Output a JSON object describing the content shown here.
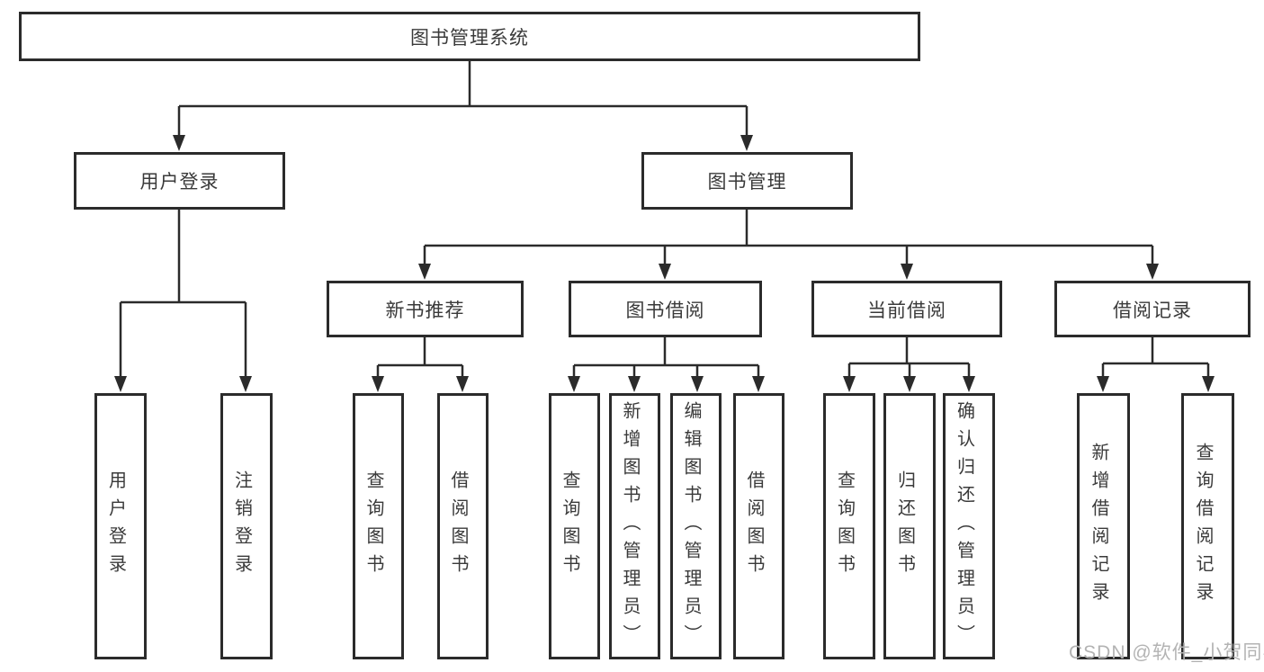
{
  "diagram": {
    "root": "图书管理系统",
    "level1": [
      {
        "label": "用户登录",
        "children": [
          {
            "label": "用户登录"
          },
          {
            "label": "注销登录"
          }
        ]
      },
      {
        "label": "图书管理",
        "children": [
          {
            "label": "新书推荐",
            "children": [
              {
                "label": "查询图书"
              },
              {
                "label": "借阅图书"
              }
            ]
          },
          {
            "label": "图书借阅",
            "children": [
              {
                "label": "查询图书"
              },
              {
                "label": "新增图书（管理员）"
              },
              {
                "label": "编辑图书（管理员）"
              },
              {
                "label": "借阅图书"
              }
            ]
          },
          {
            "label": "当前借阅",
            "children": [
              {
                "label": "查询图书"
              },
              {
                "label": "归还图书"
              },
              {
                "label": "确认归还（管理员）"
              }
            ]
          },
          {
            "label": "借阅记录",
            "children": [
              {
                "label": "新增借阅记录"
              },
              {
                "label": "查询借阅记录"
              }
            ]
          }
        ]
      }
    ]
  },
  "watermark": "CSDN @软件_小贺同学",
  "colors": {
    "line": "#2b2b2b",
    "text": "#3a3a3a",
    "watermark": "#b3b3b3",
    "background": "#ffffff"
  }
}
